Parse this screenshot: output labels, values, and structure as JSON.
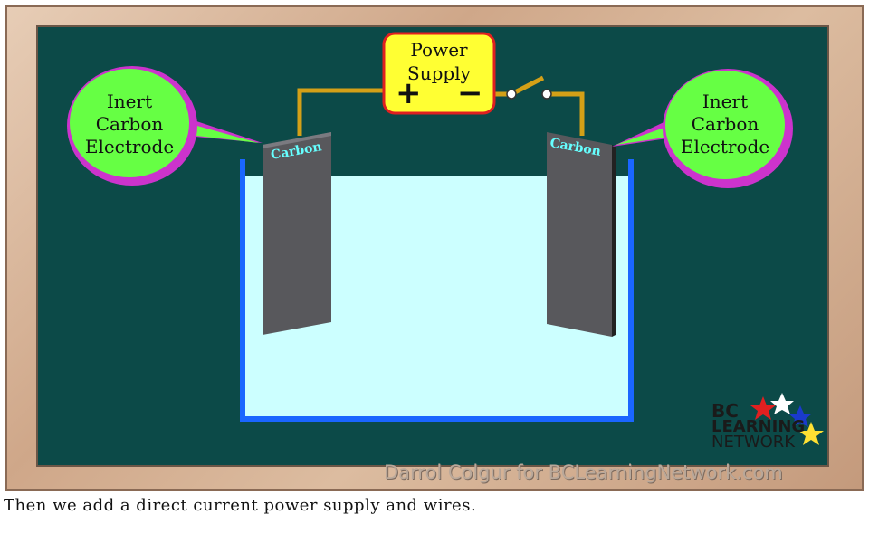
{
  "power_supply": {
    "line1": "Power",
    "line2": "Supply",
    "positive": "+",
    "negative": "−"
  },
  "left_callout": {
    "line1": "Inert",
    "line2": "Carbon",
    "line3": "Electrode"
  },
  "right_callout": {
    "line1": "Inert",
    "line2": "Carbon",
    "line3": "Electrode"
  },
  "electrodes": {
    "left_label": "Carbon",
    "right_label": "Carbon"
  },
  "logo": {
    "line1": "BC",
    "line2": "LEARNING",
    "line3": "NETWORK"
  },
  "credit": "Darrol Colgur for BCLearningNetwork.com",
  "caption": "Then we add a direct current power supply and wires.",
  "colors": {
    "board": "#0c4a48",
    "solution": "#ccffff",
    "beaker": "#1a66ff",
    "wire": "#d4a017",
    "callout_fill": "#66ff44",
    "callout_border": "#cc33cc",
    "power_fill": "#ffff33",
    "power_border": "#e02020",
    "electrode": "#58585c"
  }
}
